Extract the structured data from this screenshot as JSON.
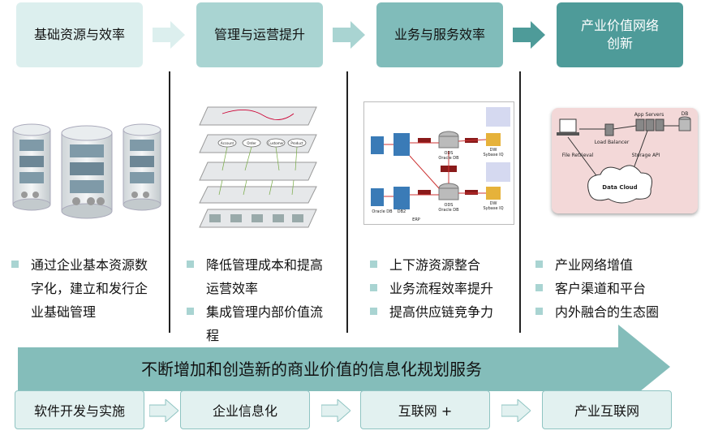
{
  "stages": [
    {
      "label": "基础资源与效率"
    },
    {
      "label": "管理与运营提升"
    },
    {
      "label": "业务与服务效率"
    },
    {
      "label": "产业价值网络\n创新"
    }
  ],
  "columns": [
    {
      "bullets": [
        "通过企业基本资源数字化，建立和发行企业基础管理"
      ]
    },
    {
      "bullets": [
        "降低管理成本和提高运营效率",
        "集成管理内部价值流程"
      ]
    },
    {
      "bullets": [
        "上下游资源整合",
        "业务流程效率提升",
        "提高供应链竞争力"
      ]
    },
    {
      "bullets": [
        "产业网络增值",
        "客户渠道和平台",
        "内外融合的生态圈"
      ]
    }
  ],
  "diagram2": {
    "nodes": [
      "Account",
      "Order",
      "Customer",
      "Product"
    ]
  },
  "diagram3": {
    "labels": [
      "ODS",
      "Oracle DB",
      "DW",
      "Sybase IQ",
      "Oracle DB",
      "DB2",
      "ODS",
      "Oracle DB",
      "DW",
      "Sybase IQ",
      "ERP"
    ]
  },
  "diagram4": {
    "labels": [
      "App Servers",
      "DB",
      "Load Balancer",
      "File Retrieval",
      "Storage API",
      "Data Cloud"
    ]
  },
  "banner": {
    "text": "不断增加和创造新的商业价值的信息化规划服务"
  },
  "services": [
    "软件开发与实施",
    "企业信息化",
    "互联网 +",
    "产业互联网"
  ],
  "colors": {
    "stage1": "#dcefee",
    "stage2": "#a9d4d2",
    "stage3": "#80bcba",
    "stage4": "#4e9b99",
    "banner": "#6fb2ae"
  }
}
